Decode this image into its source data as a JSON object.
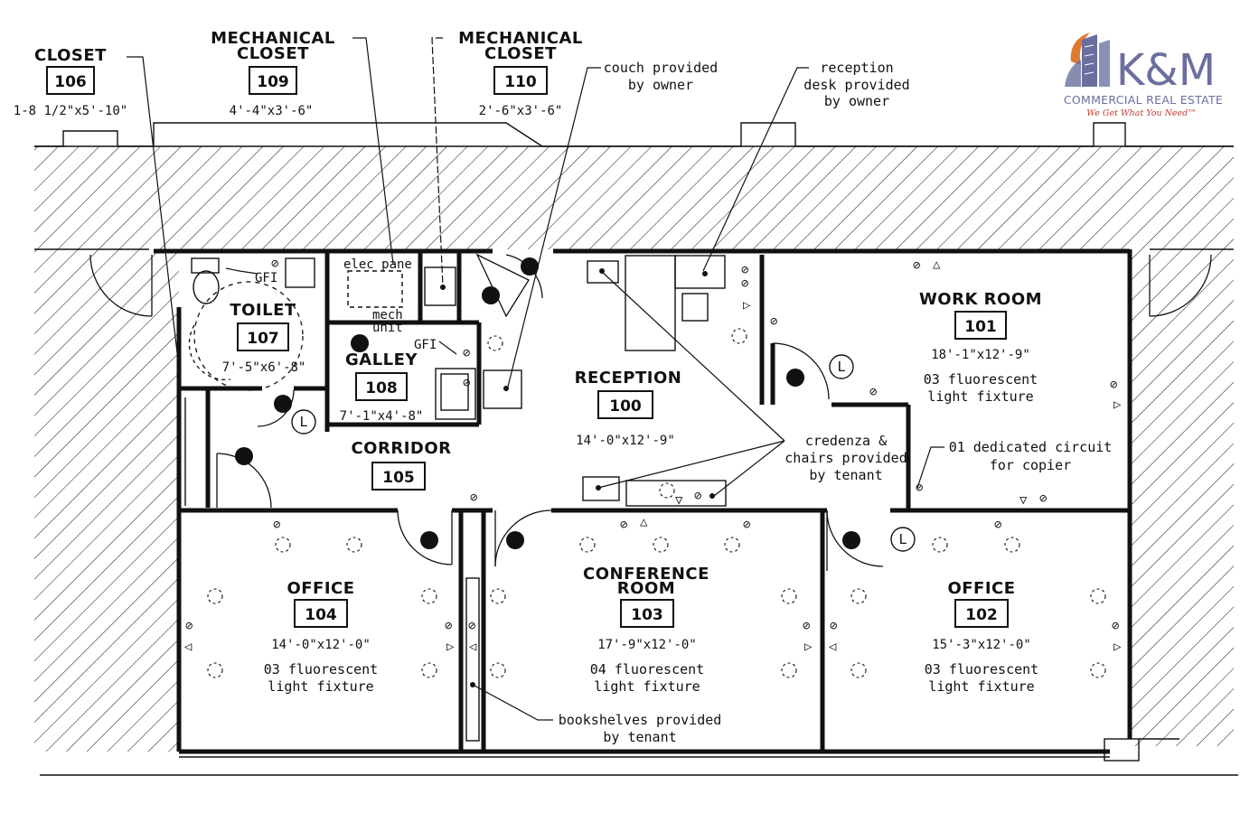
{
  "logo": {
    "name": "K&M",
    "subtitle": "COMMERCIAL REAL ESTATE",
    "tagline": "We Get What You Need™",
    "colors": {
      "primary": "#6a6f9e",
      "accent": "#e07a2e",
      "tagline": "#c0392b"
    }
  },
  "rooms": {
    "r106": {
      "name": "CLOSET",
      "number": "106",
      "dims": "1-8 1/2\"x5'-10\""
    },
    "r109": {
      "name1": "MECHANICAL",
      "name2": "CLOSET",
      "number": "109",
      "dims": "4'-4\"x3'-6\""
    },
    "r110": {
      "name1": "MECHANICAL",
      "name2": "CLOSET",
      "number": "110",
      "dims": "2'-6\"x3'-6\""
    },
    "r107": {
      "name": "TOILET",
      "number": "107",
      "dims": "7'-5\"x6'-8\""
    },
    "r108": {
      "name": "GALLEY",
      "number": "108",
      "dims": "7'-1\"x4'-8\""
    },
    "r100": {
      "name": "RECEPTION",
      "number": "100",
      "dims": "14'-0\"x12'-9\""
    },
    "r101": {
      "name": "WORK ROOM",
      "number": "101",
      "dims": "18'-1\"x12'-9\"",
      "note1": "03 fluorescent",
      "note2": "light fixture"
    },
    "r105": {
      "name": "CORRIDOR",
      "number": "105"
    },
    "r104": {
      "name": "OFFICE",
      "number": "104",
      "dims": "14'-0\"x12'-0\"",
      "note1": "03 fluorescent",
      "note2": "light fixture"
    },
    "r103": {
      "name1": "CONFERENCE",
      "name2": "ROOM",
      "number": "103",
      "dims": "17'-9\"x12'-0\"",
      "note1": "04 fluorescent",
      "note2": "light fixture"
    },
    "r102": {
      "name": "OFFICE",
      "number": "102",
      "dims": "15'-3\"x12'-0\"",
      "note1": "03 fluorescent",
      "note2": "light fixture"
    }
  },
  "annotations": {
    "couch": {
      "line1": "couch provided",
      "line2": "by owner"
    },
    "reception_desk": {
      "line1": "reception",
      "line2": "desk provided",
      "line3": "by owner"
    },
    "credenza": {
      "line1": "credenza &",
      "line2": "chairs provided",
      "line3": "by tenant"
    },
    "circuit": {
      "line1": "01 dedicated circuit",
      "line2": "for copier"
    },
    "bookshelves": {
      "line1": "bookshelves provided",
      "line2": "by tenant"
    },
    "elec_panel": "elec pane",
    "mech_unit1": "mech",
    "mech_unit2": "unit",
    "gfi1": "GFI",
    "gfi2": "GFI",
    "lighting_mark": "L"
  }
}
